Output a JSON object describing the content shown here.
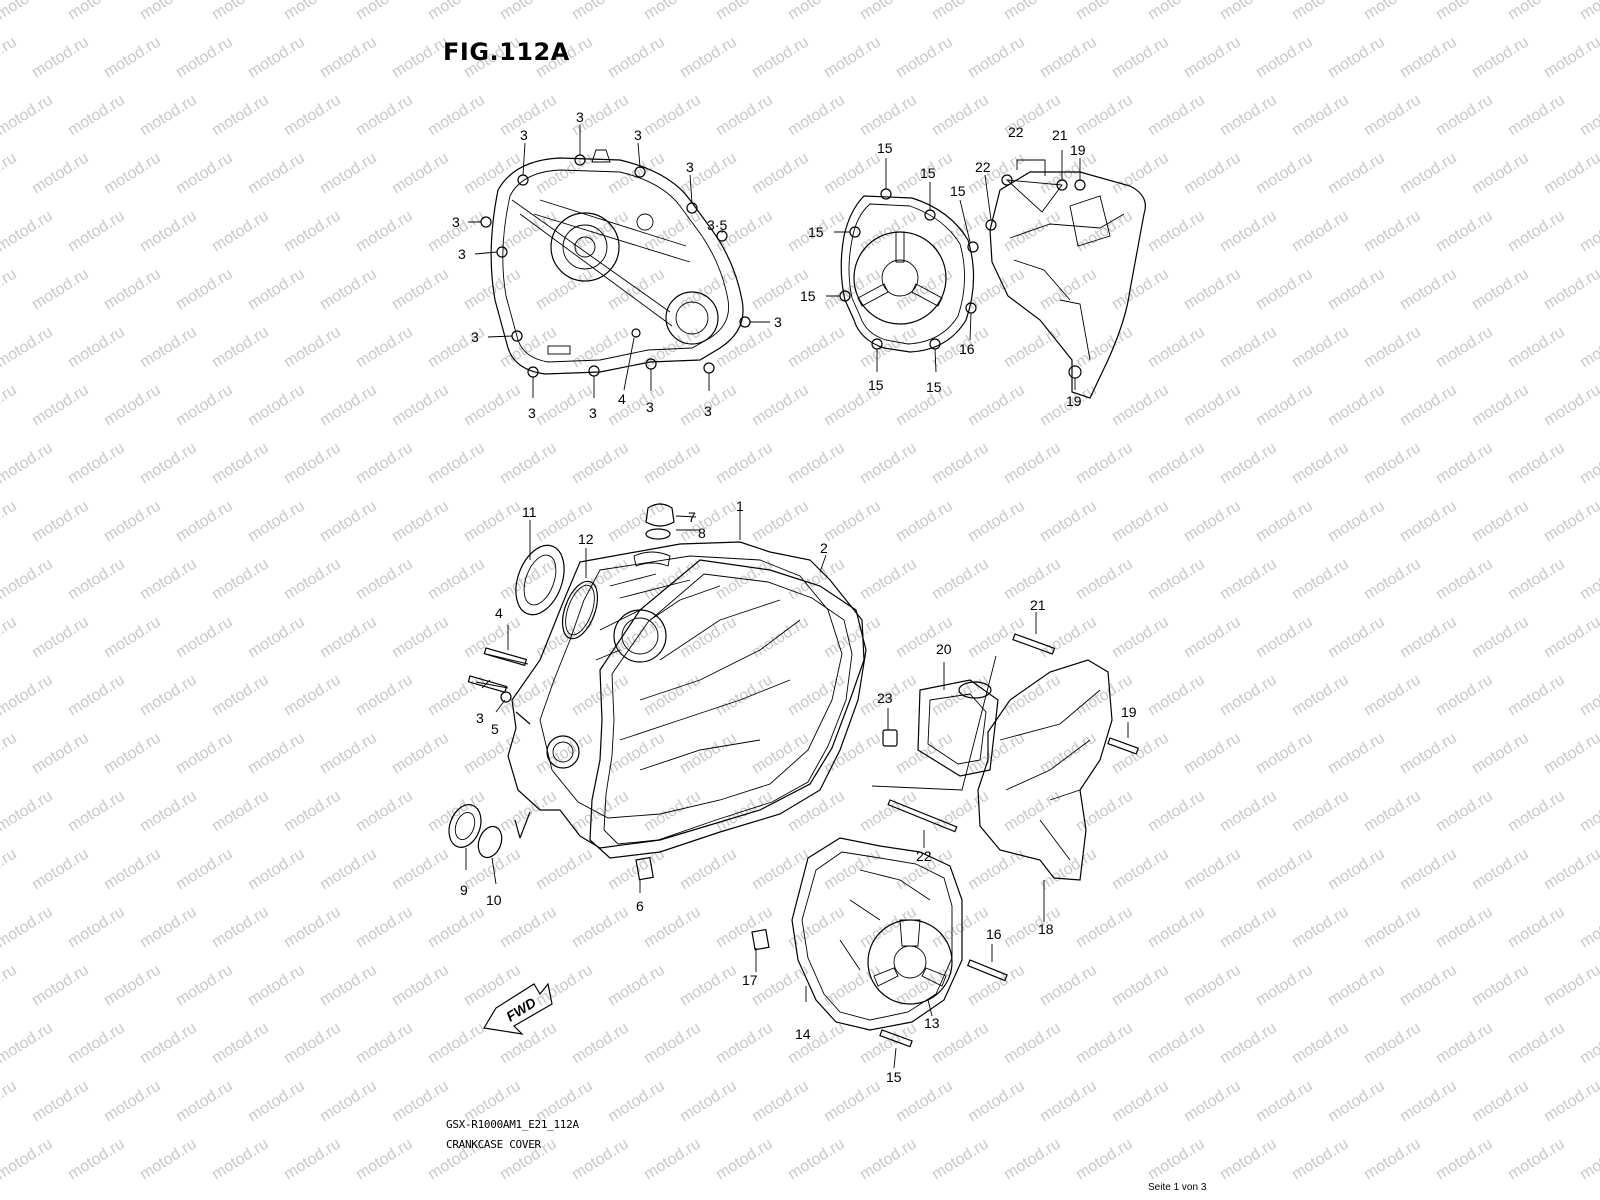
{
  "header": {
    "figure_title": "FIG.112A"
  },
  "footer": {
    "model_code": "GSX-R1000AM1_E21_112A",
    "caption": "CRANKCASE COVER",
    "page_number": "Seite 1 von 3"
  },
  "watermark": {
    "text": "motod.ru"
  },
  "fwd_arrow": {
    "text": "FWD"
  },
  "callouts": {
    "c1": "1",
    "c2": "2",
    "c3": "3",
    "c35": "3·5",
    "c4": "4",
    "c5": "5",
    "c6": "6",
    "c7": "7",
    "c8": "8",
    "c9": "9",
    "c10": "10",
    "c11": "11",
    "c12": "12",
    "c13": "13",
    "c14": "14",
    "c15": "15",
    "c16": "16",
    "c17": "17",
    "c18": "18",
    "c19": "19",
    "c20": "20",
    "c21": "21",
    "c22": "22",
    "c23": "23"
  },
  "colors": {
    "line": "#000000",
    "watermark": "#c8c8c8",
    "background": "#ffffff"
  }
}
